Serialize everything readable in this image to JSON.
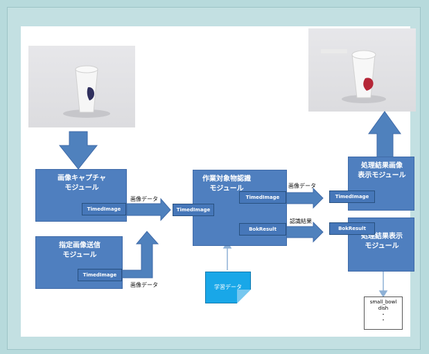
{
  "modules": {
    "capture": "画像キャプチャ\nモジュール",
    "sender": "指定画像送信\nモジュール",
    "recognizer": "作業対象物認識\nモジュール",
    "display_image": "処理結果画像\n表示モジュール",
    "display_result": "処理結果表示\nモジュール"
  },
  "ports": {
    "capture_out": "TimedImage",
    "sender_out": "TimedImage",
    "recognizer_in": "TimedImage",
    "recognizer_out_image": "TimedImage",
    "recognizer_out_result": "BokResult",
    "display_image_in": "TimedImage",
    "display_result_in": "BokResult"
  },
  "labels": {
    "image_data_1": "画像データ",
    "image_data_2": "画像データ",
    "image_data_3": "画像データ",
    "recognition_result": "認識結果",
    "learning_data": "学習データ"
  },
  "output_box": {
    "lines": [
      "small_bowl",
      "dish",
      "・",
      "・"
    ]
  },
  "colors": {
    "background": "#b7dadc",
    "module": "#4f7fbf",
    "arrow": "#4f81bd",
    "note": "#19a7e8"
  }
}
